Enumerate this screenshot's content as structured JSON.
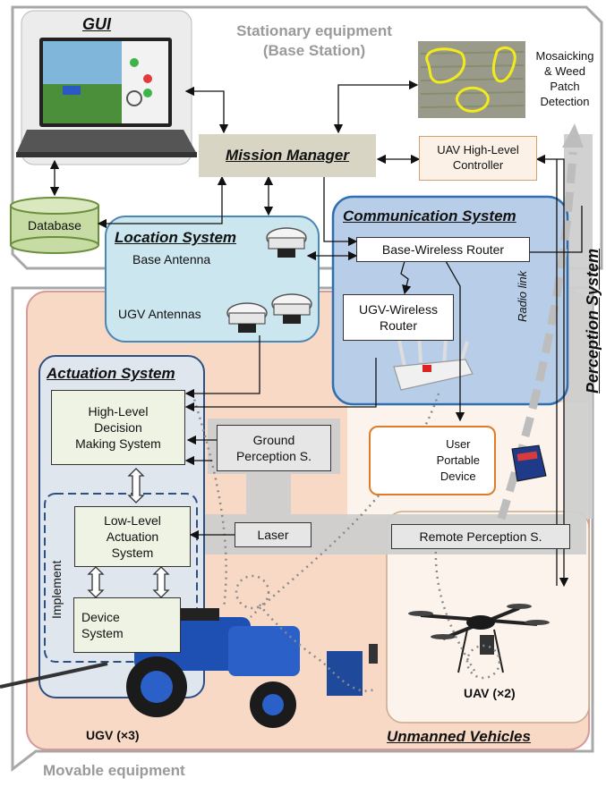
{
  "colors": {
    "stationary_border": "#a8a8a8",
    "movable_bg": "#f7d9c5",
    "location_bg": "#cbe6ef",
    "comm_bg": "#b8cde8",
    "comm_border": "#2f6fb0",
    "actuation_border": "#2c4f86",
    "perception_band": "#cfcfcf",
    "mission_bg": "#d9d5c4",
    "field_bg": "#e9dccf"
  },
  "labels": {
    "gui": "GUI",
    "stationary_line1": "Stationary equipment",
    "stationary_line2": "(Base Station)",
    "database": "Database",
    "mission_manager": "Mission Manager",
    "uav_controller_line1": "UAV High-Level",
    "uav_controller_line2": "Controller",
    "mosaicking_line1": "Mosaicking",
    "mosaicking_line2": "& Weed",
    "mosaicking_line3": "Patch",
    "mosaicking_line4": "Detection",
    "perception_system": "Perception System",
    "location_system": "Location System",
    "base_antenna": "Base Antenna",
    "ugv_antennas": "UGV Antennas",
    "communication_system": "Communication System",
    "base_router": "Base-Wireless Router",
    "ugv_router_line1": "UGV-Wireless",
    "ugv_router_line2": "Router",
    "radio_link": "Radio link",
    "actuation_system": "Actuation System",
    "hl_decision_line1": "High-Level",
    "hl_decision_line2": "Decision",
    "hl_decision_line3": "Making System",
    "ground_perception_line1": "Ground",
    "ground_perception_line2": "Perception S.",
    "user_device_line1": "User",
    "user_device_line2": "Portable",
    "user_device_line3": "Device",
    "ll_actuation_line1": "Low-Level",
    "ll_actuation_line2": "Actuation",
    "ll_actuation_line3": "System",
    "laser": "Laser",
    "remote_perception": "Remote Perception S.",
    "implement": "Implement",
    "device_line1": "Device",
    "device_line2": "System",
    "ugv_count": "UGV (×3)",
    "uav_count": "UAV (×2)",
    "unmanned_vehicles": "Unmanned Vehicles",
    "movable_equipment": "Movable equipment"
  }
}
